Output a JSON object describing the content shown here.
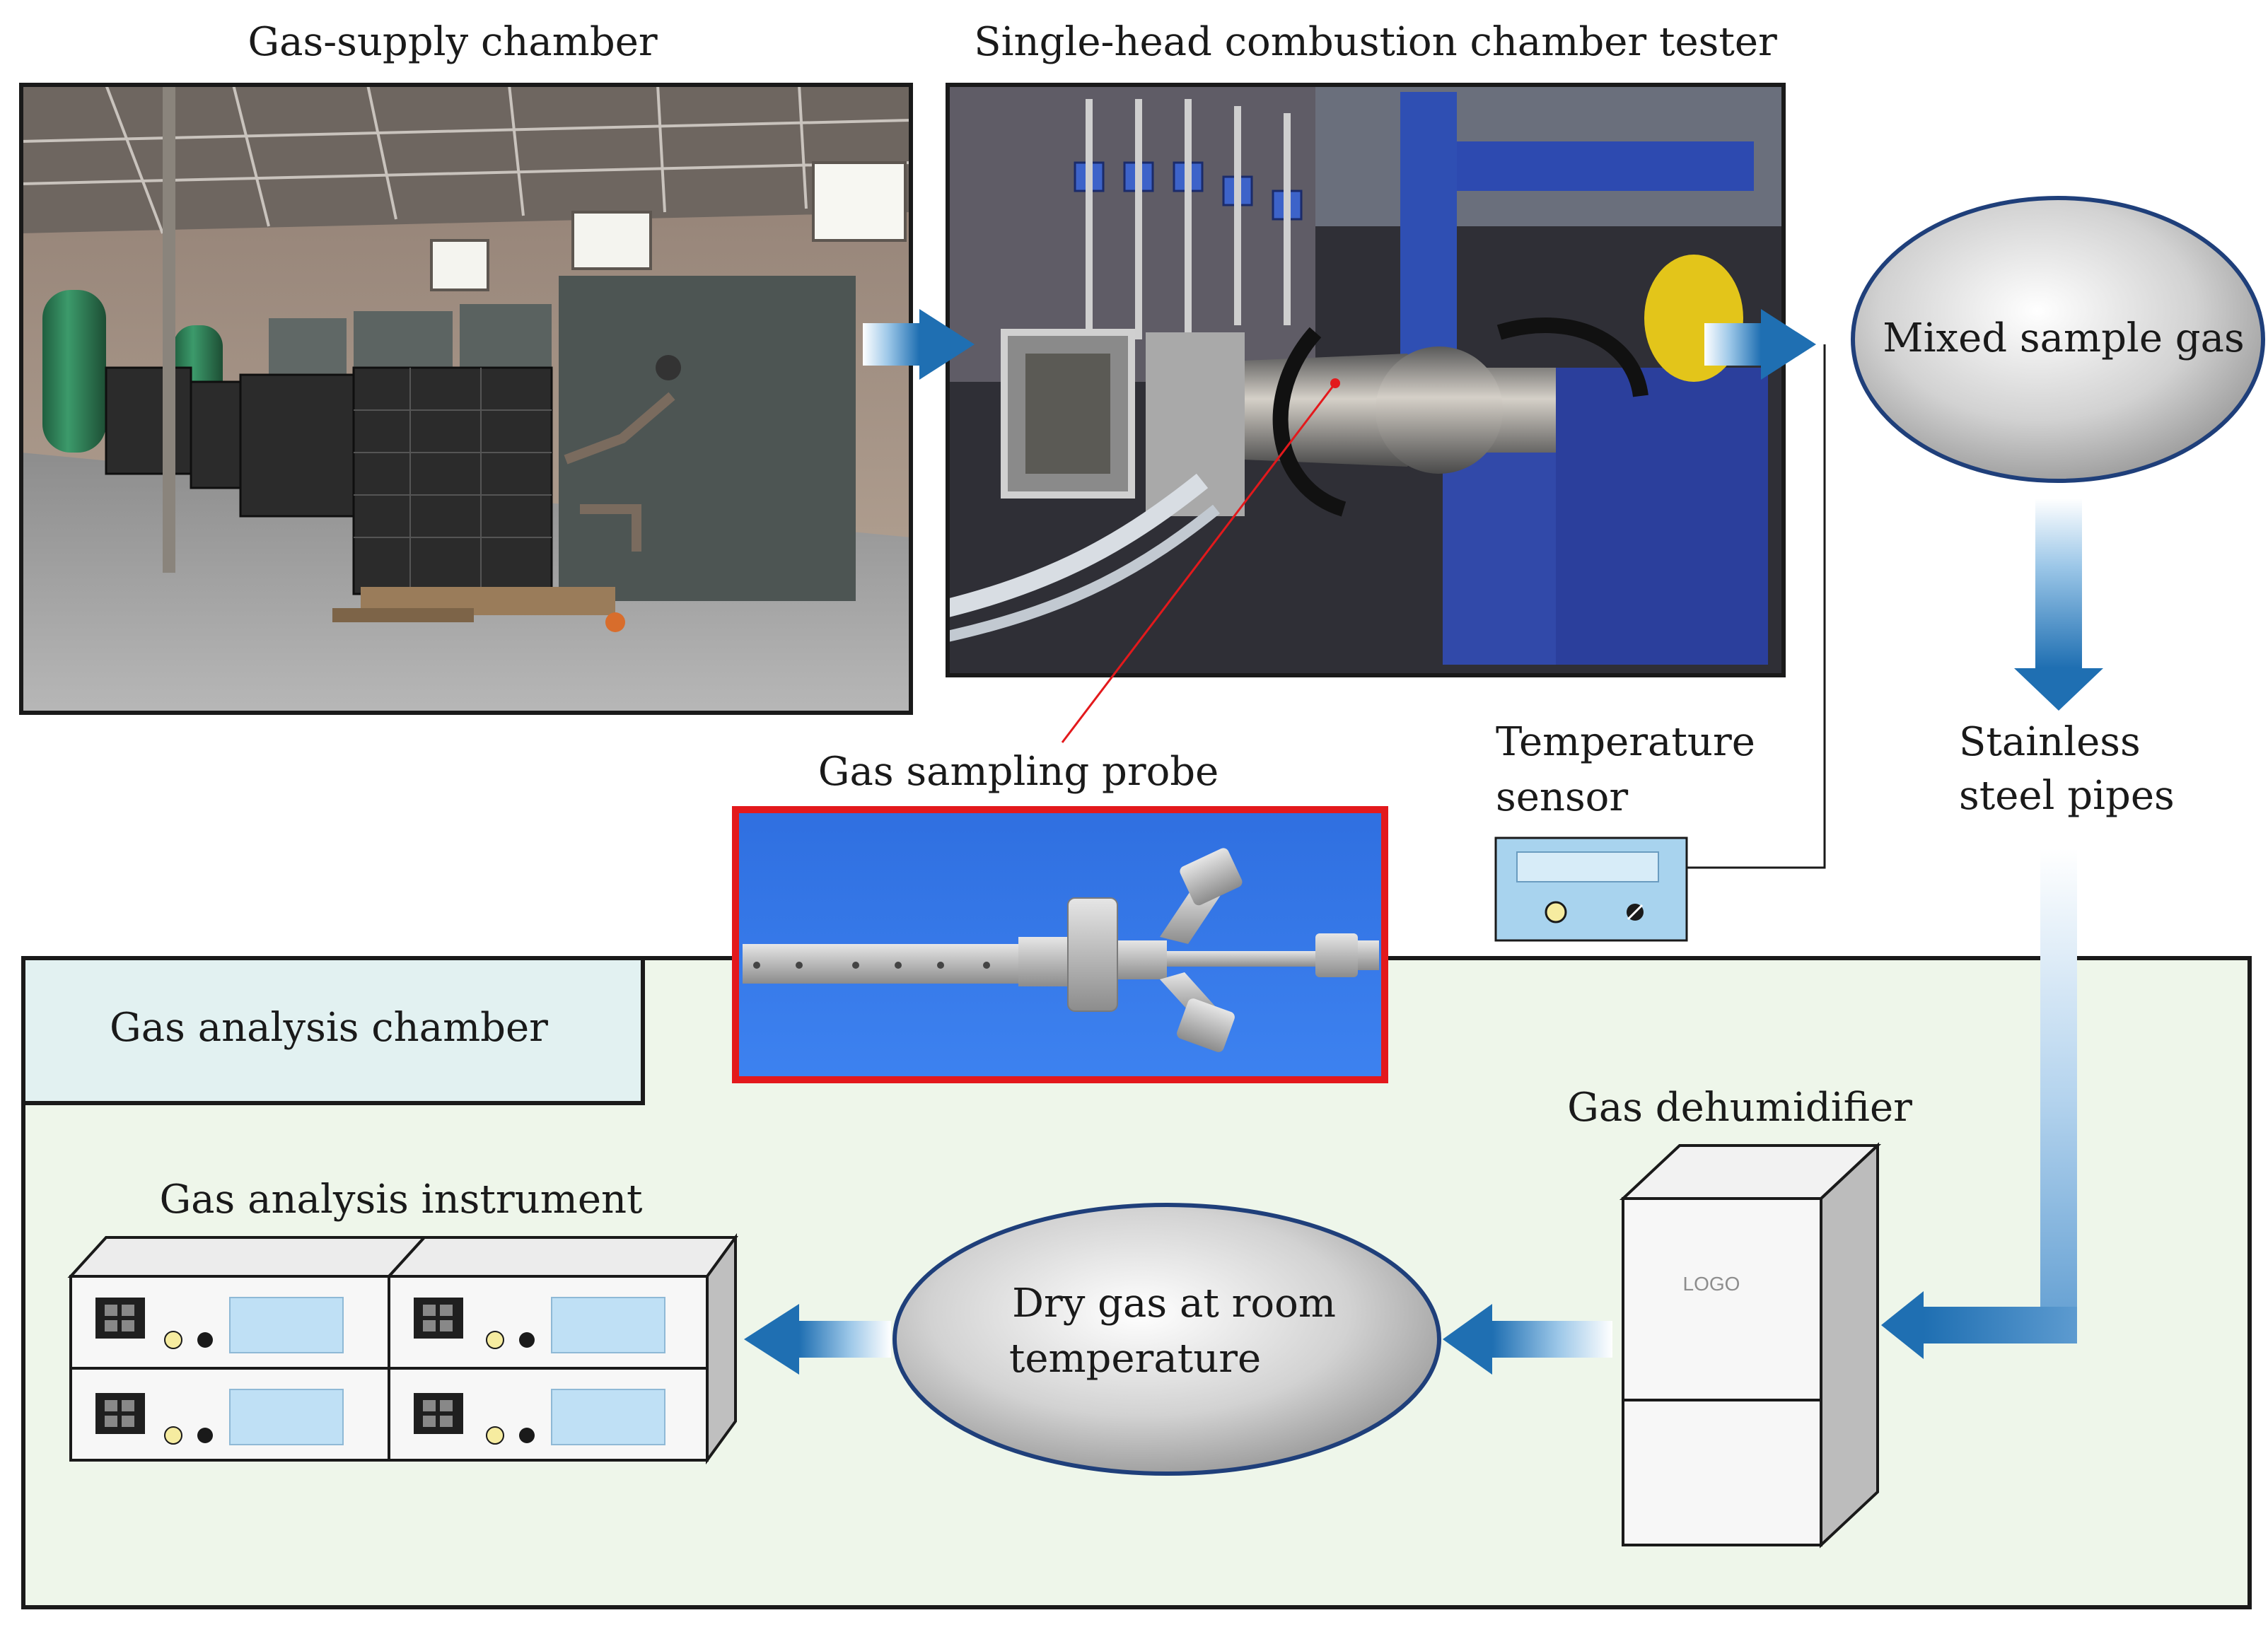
{
  "labels": {
    "gas_supply_chamber": "Gas-supply chamber",
    "combustion_tester": "Single-head combustion chamber tester",
    "mixed_sample_gas": "Mixed sample gas",
    "gas_sampling_probe": "Gas sampling probe",
    "temperature_sensor_line1": "Temperature",
    "temperature_sensor_line2": "sensor",
    "stainless_line1": "Stainless",
    "stainless_line2": "steel pipes",
    "gas_analysis_chamber": "Gas analysis chamber",
    "gas_dehumidifier": "Gas dehumidifier",
    "dehumidifier_logo": "LOGO",
    "gas_analysis_instrument": "Gas analysis instrument",
    "dry_gas_line1": "Dry gas at room",
    "dry_gas_line2": "temperature"
  },
  "colors": {
    "arrow_blue": "#1f6fb2",
    "probe_frame": "#e3191c",
    "chamber_fill": "#eef6ea",
    "chamber_title_fill": "#e2f1f1",
    "ellipse_border": "#1f3f7a",
    "screen_blue": "#bfe0f5"
  },
  "icons": [
    "photo-gas-supply",
    "photo-combustion-tester",
    "photo-sampling-probe",
    "temperature-sensor-icon",
    "dehumidifier-icon",
    "analyzer-icon"
  ]
}
